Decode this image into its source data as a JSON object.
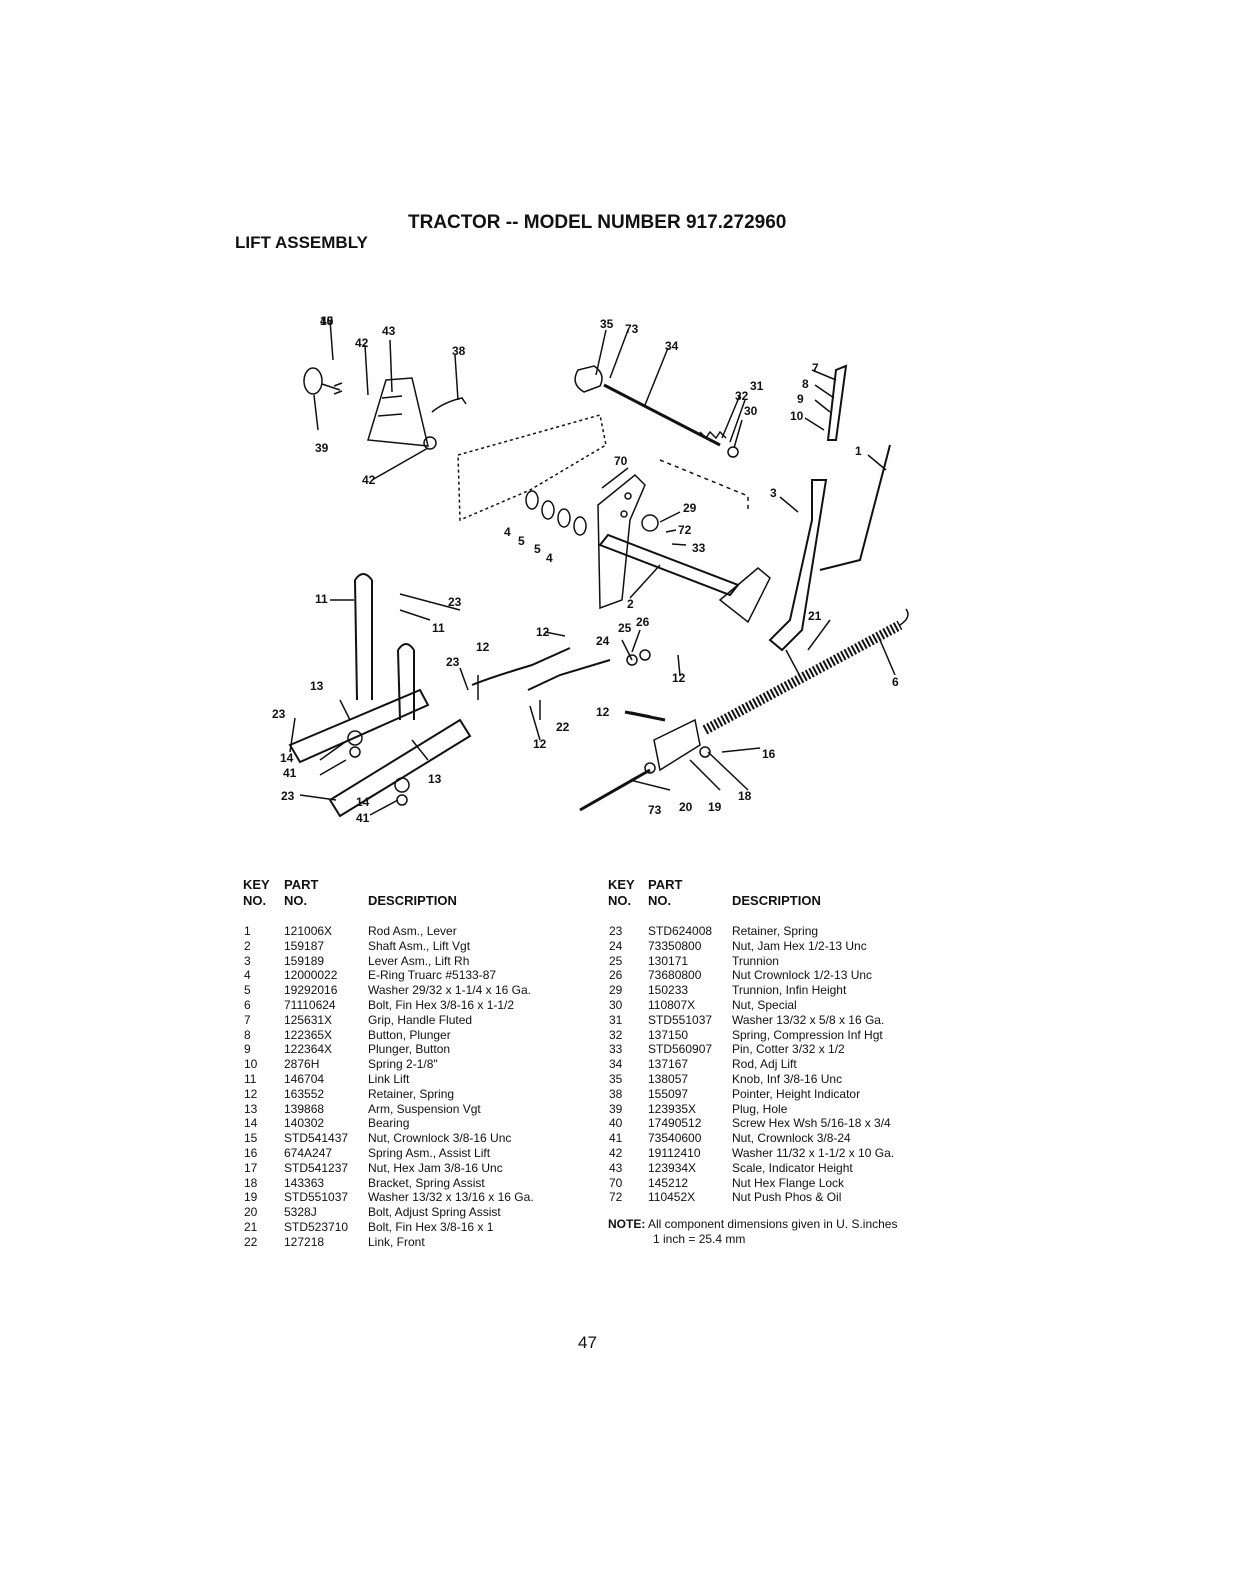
{
  "header": {
    "title": "TRACTOR -- MODEL NUMBER 917.272960",
    "subtitle": "LIFT ASSEMBLY"
  },
  "diagram": {
    "callouts": [
      "40",
      "42",
      "43",
      "38",
      "39",
      "42",
      "35",
      "73",
      "34",
      "31",
      "32",
      "30",
      "7",
      "8",
      "9",
      "10",
      "1",
      "3",
      "70",
      "29",
      "72",
      "33",
      "4",
      "5",
      "5",
      "4",
      "2",
      "11",
      "23",
      "11",
      "23",
      "12",
      "13",
      "23",
      "14",
      "41",
      "23",
      "14",
      "41",
      "13",
      "12",
      "12",
      "24",
      "25",
      "26",
      "12",
      "22",
      "12",
      "21",
      "6",
      "16",
      "73",
      "20",
      "19",
      "18",
      "15"
    ]
  },
  "table_left": {
    "headers": {
      "key": "KEY",
      "no1": "NO.",
      "part": "PART",
      "no2": "NO.",
      "desc": "DESCRIPTION"
    },
    "rows": [
      {
        "key": "1",
        "part": "121006X",
        "desc": "Rod Asm., Lever"
      },
      {
        "key": "2",
        "part": "159187",
        "desc": "Shaft Asm., Lift Vgt"
      },
      {
        "key": "3",
        "part": "159189",
        "desc": "Lever Asm., Lift Rh"
      },
      {
        "key": "4",
        "part": "12000022",
        "desc": "E-Ring Truarc #5133-87"
      },
      {
        "key": "5",
        "part": "19292016",
        "desc": "Washer 29/32 x 1-1/4 x 16 Ga."
      },
      {
        "key": "6",
        "part": "71110624",
        "desc": "Bolt, Fin Hex 3/8-16 x 1-1/2"
      },
      {
        "key": "7",
        "part": "125631X",
        "desc": "Grip, Handle Fluted"
      },
      {
        "key": "8",
        "part": "122365X",
        "desc": "Button, Plunger"
      },
      {
        "key": "9",
        "part": "122364X",
        "desc": "Plunger, Button"
      },
      {
        "key": "10",
        "part": "2876H",
        "desc": "Spring 2-1/8\""
      },
      {
        "key": "11",
        "part": "146704",
        "desc": "Link Lift"
      },
      {
        "key": "12",
        "part": "163552",
        "desc": "Retainer, Spring"
      },
      {
        "key": "13",
        "part": "139868",
        "desc": "Arm, Suspension Vgt"
      },
      {
        "key": "14",
        "part": "140302",
        "desc": "Bearing"
      },
      {
        "key": "15",
        "part": "STD541437",
        "desc": "Nut, Crownlock 3/8-16 Unc"
      },
      {
        "key": "16",
        "part": "674A247",
        "desc": "Spring Asm., Assist Lift"
      },
      {
        "key": "17",
        "part": "STD541237",
        "desc": "Nut, Hex Jam 3/8-16 Unc"
      },
      {
        "key": "18",
        "part": "143363",
        "desc": "Bracket, Spring Assist"
      },
      {
        "key": "19",
        "part": "STD551037",
        "desc": "Washer 13/32 x 13/16 x 16 Ga."
      },
      {
        "key": "20",
        "part": "5328J",
        "desc": "Bolt, Adjust Spring Assist"
      },
      {
        "key": "21",
        "part": "STD523710",
        "desc": "Bolt, Fin Hex 3/8-16 x 1"
      },
      {
        "key": "22",
        "part": "127218",
        "desc": "Link, Front"
      }
    ]
  },
  "table_right": {
    "headers": {
      "key": "KEY",
      "no1": "NO.",
      "part": "PART",
      "no2": "NO.",
      "desc": "DESCRIPTION"
    },
    "rows": [
      {
        "key": "23",
        "part": "STD624008",
        "desc": "Retainer, Spring"
      },
      {
        "key": "24",
        "part": "73350800",
        "desc": "Nut, Jam Hex 1/2-13 Unc"
      },
      {
        "key": "25",
        "part": "130171",
        "desc": "Trunnion"
      },
      {
        "key": "26",
        "part": "73680800",
        "desc": "Nut Crownlock 1/2-13 Unc"
      },
      {
        "key": "29",
        "part": "150233",
        "desc": "Trunnion, Infin Height"
      },
      {
        "key": "30",
        "part": "110807X",
        "desc": "Nut, Special"
      },
      {
        "key": "31",
        "part": "STD551037",
        "desc": "Washer 13/32 x 5/8 x 16 Ga."
      },
      {
        "key": "32",
        "part": "137150",
        "desc": "Spring, Compression Inf Hgt"
      },
      {
        "key": "33",
        "part": "STD560907",
        "desc": "Pin, Cotter 3/32 x 1/2"
      },
      {
        "key": "34",
        "part": "137167",
        "desc": "Rod, Adj Lift"
      },
      {
        "key": "35",
        "part": "138057",
        "desc": "Knob, Inf 3/8-16 Unc"
      },
      {
        "key": "38",
        "part": "155097",
        "desc": "Pointer, Height Indicator"
      },
      {
        "key": "39",
        "part": "123935X",
        "desc": "Plug, Hole"
      },
      {
        "key": "40",
        "part": "17490512",
        "desc": "Screw Hex Wsh 5/16-18 x 3/4"
      },
      {
        "key": "41",
        "part": "73540600",
        "desc": "Nut, Crownlock 3/8-24"
      },
      {
        "key": "42",
        "part": "19112410",
        "desc": "Washer 11/32 x 1-1/2 x 10 Ga."
      },
      {
        "key": "43",
        "part": "123934X",
        "desc": "Scale, Indicator Height"
      },
      {
        "key": "70",
        "part": "145212",
        "desc": "Nut Hex Flange Lock"
      },
      {
        "key": "72",
        "part": "110452X",
        "desc": "Nut Push Phos & Oil"
      }
    ]
  },
  "note": {
    "label": "NOTE:",
    "line1": "All component dimensions given in U. S.inches",
    "line2": "1 inch = 25.4 mm"
  },
  "footer": {
    "page_number": "47"
  }
}
